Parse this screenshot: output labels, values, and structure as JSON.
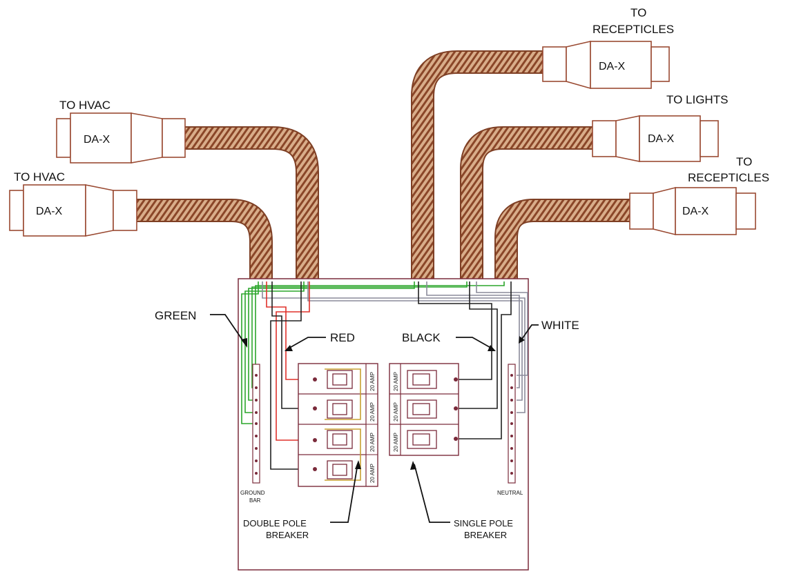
{
  "connectors": [
    {
      "id": "hvac-1",
      "label": "DA-X",
      "dest": "TO HVAC"
    },
    {
      "id": "hvac-2",
      "label": "DA-X",
      "dest": "TO HVAC"
    },
    {
      "id": "recep-top",
      "label": "DA-X",
      "dest_line1": "TO",
      "dest_line2": "RECEPTICLES"
    },
    {
      "id": "lights",
      "label": "DA-X",
      "dest": "TO LIGHTS"
    },
    {
      "id": "recep-right",
      "label": "DA-X",
      "dest_line1": "TO",
      "dest_line2": "RECEPTICLES"
    }
  ],
  "wire_labels": {
    "green": "GREEN",
    "red": "RED",
    "black": "BLACK",
    "white": "WHITE"
  },
  "bars": {
    "ground_line1": "GROUND",
    "ground_line2": "BAR",
    "neutral": "NEUTRAL"
  },
  "breakers": {
    "rating": "20 AMP",
    "double_pole_line1": "DOUBLE POLE",
    "double_pole_line2": "BREAKER",
    "single_pole_line1": "SINGLE POLE",
    "single_pole_line2": "BREAKER"
  },
  "colors": {
    "conduit": "#c08a62",
    "conduit_stripe": "#7e3f24",
    "green_wire": "#2aa52a",
    "red_wire": "#e0302a",
    "black_wire": "#202020",
    "white_wire": "#8a8a9a",
    "panel_outline": "#7a2a3a"
  }
}
